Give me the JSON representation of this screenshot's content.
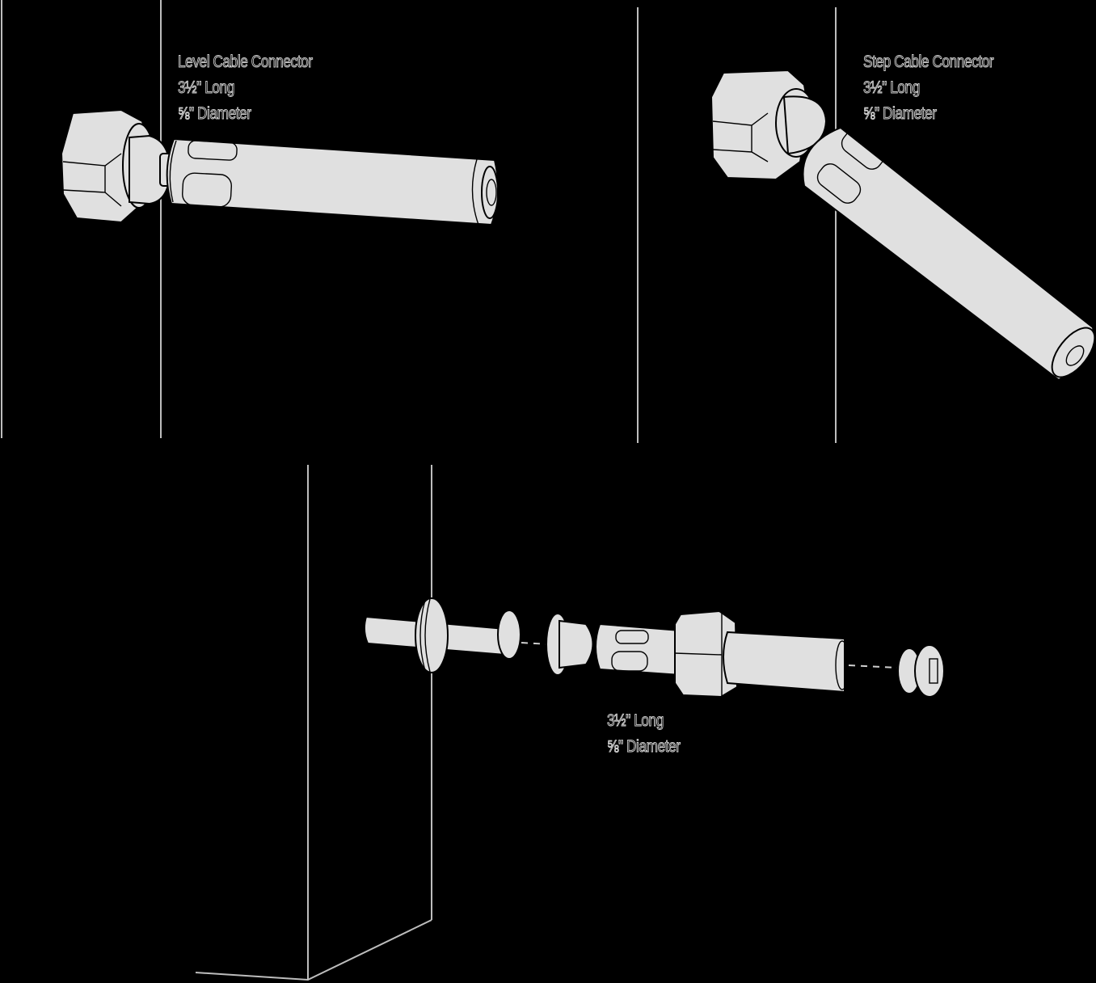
{
  "diagrams": [
    {
      "id": "level",
      "title": "Level Cable Connector",
      "length": "3½\" Long",
      "diameter": "⅝\" Diameter"
    },
    {
      "id": "step",
      "title": "Step Cable Connector",
      "length": "3½\" Long",
      "diameter": "⅝\" Diameter"
    },
    {
      "id": "exploded",
      "title": "",
      "length": "3½\" Long",
      "diameter": "⅝\" Diameter"
    }
  ],
  "colors": {
    "background": "#000000",
    "part_fill": "#e0e0e0",
    "outline": "#000000",
    "post_lines": "#bdbdbd"
  }
}
